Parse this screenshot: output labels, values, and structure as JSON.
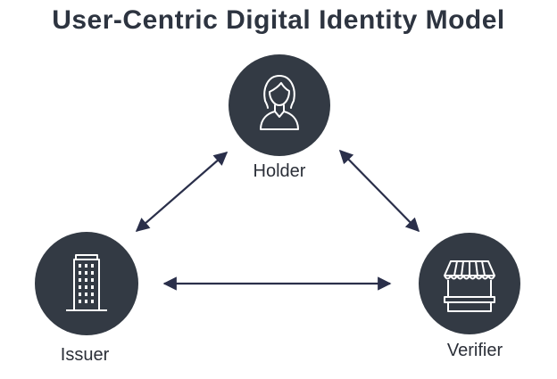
{
  "title": "User-Centric Digital Identity Model",
  "colors": {
    "title": "#2d3440",
    "node_fill": "#333a44",
    "icon_stroke": "#ffffff",
    "arrow": "#2a2f4a",
    "label": "#2b2f38"
  },
  "nodes": {
    "holder": {
      "label": "Holder",
      "icon": "person-icon"
    },
    "issuer": {
      "label": "Issuer",
      "icon": "office-building-icon"
    },
    "verifier": {
      "label": "Verifier",
      "icon": "storefront-icon"
    }
  },
  "connections": [
    {
      "from": "Issuer",
      "to": "Holder",
      "direction": "bidirectional"
    },
    {
      "from": "Holder",
      "to": "Verifier",
      "direction": "bidirectional"
    },
    {
      "from": "Issuer",
      "to": "Verifier",
      "direction": "bidirectional"
    }
  ]
}
